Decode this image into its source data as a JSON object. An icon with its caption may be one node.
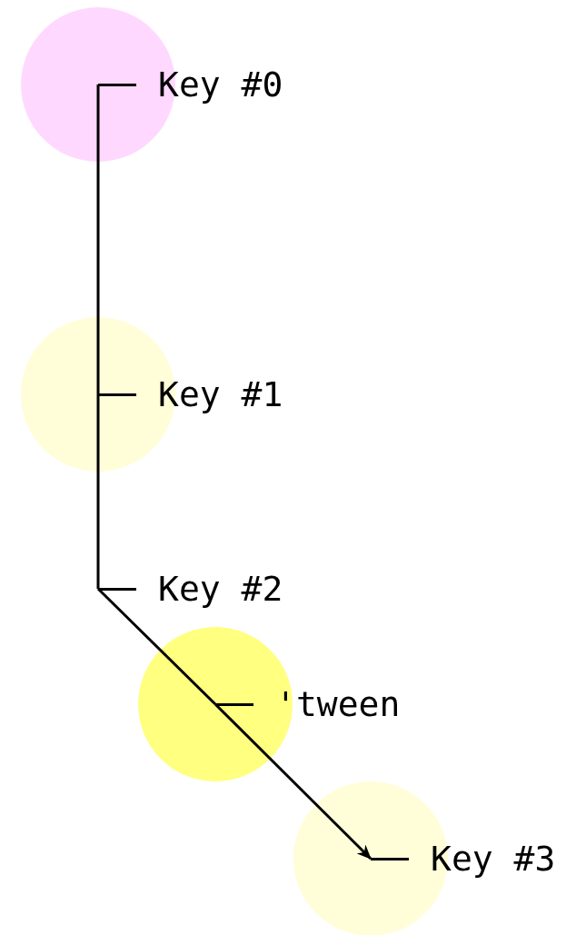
{
  "diagram": {
    "nodes": [
      {
        "text": [
          "Key #0"
        ]
      },
      {
        "text": [
          "Key #1"
        ]
      },
      {
        "text": [
          "Key #2"
        ]
      },
      {
        "text": [
          "'tween"
        ]
      },
      {
        "text": [
          "Key #3"
        ]
      }
    ],
    "edges": [
      {
        "from": 0,
        "to": 1,
        "arrow": "none"
      },
      {
        "from": 1,
        "to": 2,
        "arrow": "none"
      },
      {
        "from": 2,
        "to": 3,
        "arrow": "none"
      },
      {
        "from": 3,
        "to": 4,
        "arrow": "to"
      }
    ]
  }
}
